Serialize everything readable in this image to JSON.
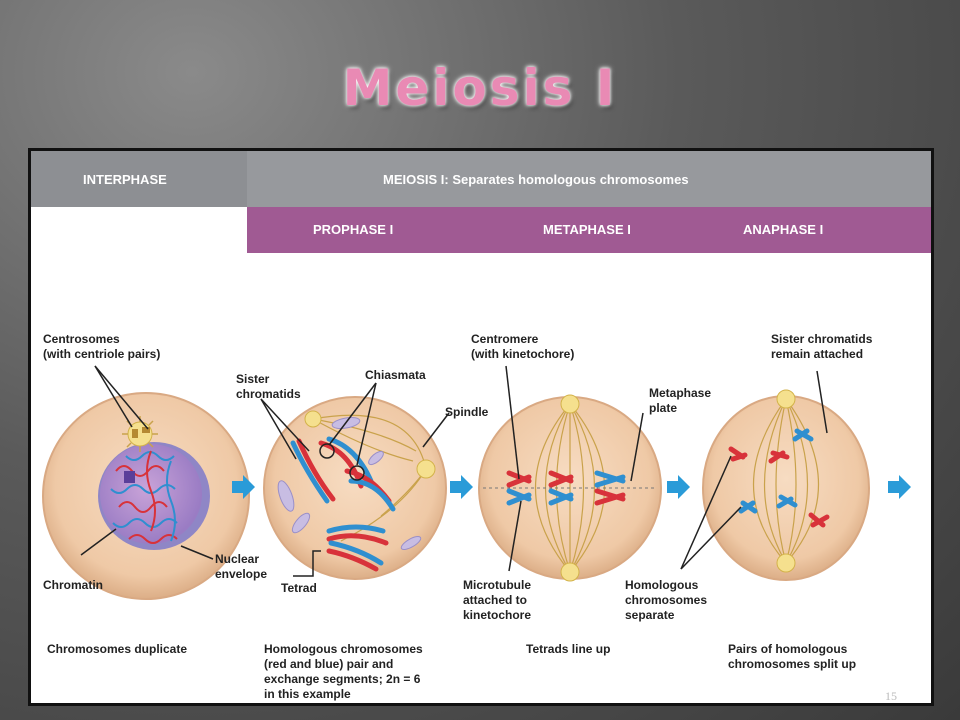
{
  "slide": {
    "title": "Meiosis I",
    "page_number": "15"
  },
  "headers": {
    "interphase": "INTERPHASE",
    "meiosis": "MEIOSIS I: Separates homologous chromosomes",
    "prophase": "PROPHASE I",
    "metaphase": "METAPHASE I",
    "anaphase": "ANAPHASE I"
  },
  "labels": {
    "centrosomes_1": "Centrosomes",
    "centrosomes_2": "(with centriole pairs)",
    "chromatin": "Chromatin",
    "nuclear_envelope_1": "Nuclear",
    "nuclear_envelope_2": "envelope",
    "sister_chromatids_1": "Sister",
    "sister_chromatids_2": "chromatids",
    "chiasmata": "Chiasmata",
    "spindle": "Spindle",
    "tetrad": "Tetrad",
    "centromere_1": "Centromere",
    "centromere_2": "(with kinetochore)",
    "metaphase_plate_1": "Metaphase",
    "metaphase_plate_2": "plate",
    "microtubule_1": "Microtubule",
    "microtubule_2": "attached to",
    "microtubule_3": "kinetochore",
    "sister_attached_1": "Sister chromatids",
    "sister_attached_2": "remain attached",
    "homologous_separate_1": "Homologous",
    "homologous_separate_2": "chromosomes",
    "homologous_separate_3": "separate"
  },
  "captions": {
    "interphase": "Chromosomes duplicate",
    "prophase_1": "Homologous chromosomes",
    "prophase_2": "(red and blue) pair and",
    "prophase_3": "exchange segments; 2n = 6",
    "prophase_4": "in this example",
    "metaphase": "Tetrads line up",
    "anaphase_1": "Pairs of homologous",
    "anaphase_2": "chromosomes split up"
  },
  "colors": {
    "header_gray": "#8d8f93",
    "header_magenta": "#a05a93",
    "cell_fill": "#efc9a6",
    "cell_edge": "#d9a983",
    "chromosome_red": "#d8323a",
    "chromosome_blue": "#2f8fd0",
    "arrow_blue": "#2a9bd8",
    "title_pink": "#e98ab4"
  }
}
